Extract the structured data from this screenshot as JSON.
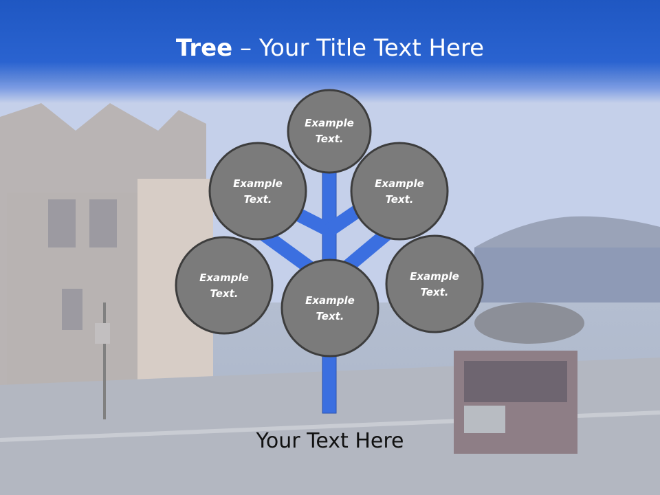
{
  "slide": {
    "title_bold": "Tree",
    "title_rest": " – Your Title Text Here",
    "caption": "Your Text Here"
  },
  "nodes": [
    {
      "id": "top",
      "line1": "Example",
      "line2": "Text."
    },
    {
      "id": "upper-left",
      "line1": "Example",
      "line2": "Text."
    },
    {
      "id": "upper-right",
      "line1": "Example",
      "line2": "Text."
    },
    {
      "id": "lower-left",
      "line1": "Example",
      "line2": "Text."
    },
    {
      "id": "center",
      "line1": "Example",
      "line2": "Text."
    },
    {
      "id": "lower-right",
      "line1": "Example",
      "line2": "Text."
    }
  ],
  "colors": {
    "header_blue": "#1f57c2",
    "branch_blue": "#3b6fe0",
    "node_fill": "#7b7b7b",
    "node_stroke": "#3d3d3d",
    "text_white": "#ffffff",
    "caption_text": "#111111"
  }
}
